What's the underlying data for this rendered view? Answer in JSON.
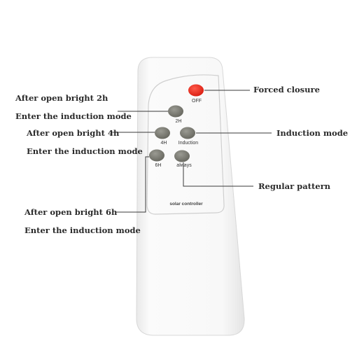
{
  "remote": {
    "brand_text": "solar controller",
    "buttons": [
      {
        "id": "off",
        "label": "OFF",
        "color": "#e8251a"
      },
      {
        "id": "2h",
        "label": "2H",
        "color": "#7a7a72"
      },
      {
        "id": "4h",
        "label": "4H",
        "color": "#7a7a72"
      },
      {
        "id": "induction",
        "label": "Induction",
        "color": "#7a7a72"
      },
      {
        "id": "6h",
        "label": "6H",
        "color": "#7a7a72"
      },
      {
        "id": "always",
        "label": "always",
        "color": "#7a7a72"
      }
    ]
  },
  "callouts": {
    "forced_closure": "Forced closure",
    "induction_mode": "Induction mode",
    "regular_pattern": "Regular pattern",
    "bright_2h": {
      "line1": "After open bright 2h",
      "line2": "Enter the induction mode"
    },
    "bright_4h": {
      "line1": "After open bright 4h",
      "line2": "Enter the induction mode"
    },
    "bright_6h": {
      "line1": "After open bright 6h",
      "line2": "Enter the induction mode"
    }
  },
  "colors": {
    "remote_body": "#f7f7f7",
    "leader_line": "#3a3a3a"
  }
}
